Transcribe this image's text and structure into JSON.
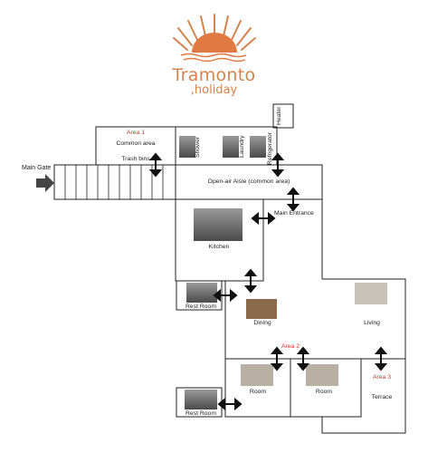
{
  "brand": {
    "name": "Tramonto",
    "suffix": ",holiday",
    "color": "#d2834e"
  },
  "labels": {
    "area1": "Area 1",
    "common_area": "Common area",
    "trash_bins": "Trash bins",
    "shower": "Shower",
    "laundry": "Laundry",
    "refrigerator": "Refrigerator",
    "heater": "Heater",
    "main_gate": "Main Gate",
    "aisle": "Open-air Aisle (common area)",
    "main_entrance": "Main Entrance",
    "kitchen": "Kitchen",
    "rest_room_1": "Rest Room",
    "dining": "Dining",
    "living": "Living",
    "area2": "Area 2",
    "area3": "Area 3",
    "room_1": "Room",
    "room_2": "Room",
    "terrace": "Terrace",
    "rest_room_2": "Rest Room"
  },
  "colors": {
    "accent_red": "#c0392b",
    "line": "#222222",
    "gate_arrow": "#444444"
  },
  "icons": [
    "sun-logo-icon",
    "double-arrow-icon",
    "gate-arrow-icon",
    "photo-icon"
  ]
}
